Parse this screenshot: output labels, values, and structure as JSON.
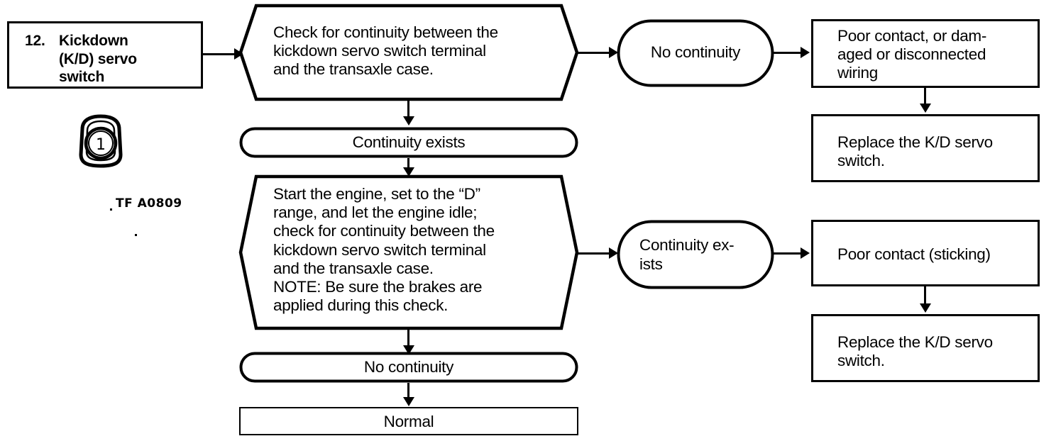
{
  "diagram": {
    "item_number": "12.",
    "item_title": "Kickdown\n(K/D) servo\nswitch",
    "part_figure_code": "TF A0809",
    "part_figure_terminal_number": "1",
    "ink_color": "#000000",
    "background_color": "#ffffff",
    "nodes": {
      "check_continuity": "Check for continuity between the\nkickdown servo switch terminal\nand the transaxle case.",
      "continuity_exists_1": "Continuity exists",
      "start_engine_check": "Start the engine, set to the “D”\nrange, and let the engine idle;\ncheck for continuity between the\nkickdown servo switch terminal\nand the transaxle case.\nNOTE: Be sure the brakes are\napplied during this check.",
      "no_continuity_branch_1": "No continuity",
      "poor_contact_wiring": "Poor contact, or dam-\naged or disconnected\nwiring",
      "replace_switch_1": "Replace the K/D servo\nswitch.",
      "continuity_exists_branch_2": "Continuity ex-\nists",
      "poor_contact_sticking": "Poor contact (sticking)",
      "replace_switch_2": "Replace the K/D servo\nswitch.",
      "no_continuity_2": "No continuity",
      "normal": "Normal"
    }
  }
}
